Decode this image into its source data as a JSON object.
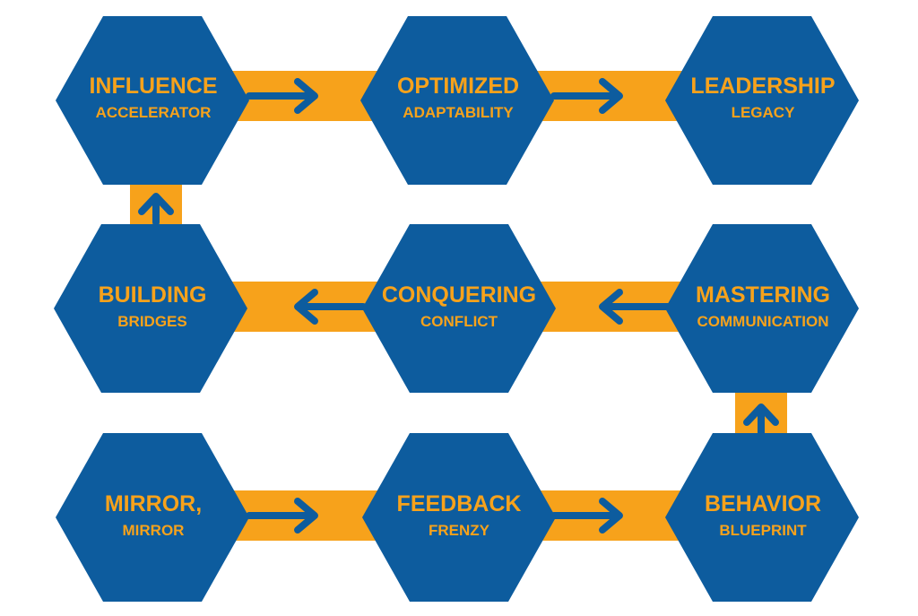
{
  "colors": {
    "hexagon_fill": "#0d5c9e",
    "connector_fill": "#f7a21b",
    "text": "#f7a21b",
    "arrow": "#0d5c9e",
    "background": "#ffffff"
  },
  "steps": [
    {
      "title": "MIRROR,",
      "subtitle": "MIRROR"
    },
    {
      "title": "FEEDBACK",
      "subtitle": "FRENZY"
    },
    {
      "title": "BEHAVIOR",
      "subtitle": "BLUEPRINT"
    },
    {
      "title": "MASTERING",
      "subtitle": "COMMUNICATION"
    },
    {
      "title": "CONQUERING",
      "subtitle": "CONFLICT"
    },
    {
      "title": "BUILDING",
      "subtitle": "BRIDGES"
    },
    {
      "title": "INFLUENCE",
      "subtitle": "ACCELERATOR"
    },
    {
      "title": "OPTIMIZED",
      "subtitle": "ADAPTABILITY"
    },
    {
      "title": "LEADERSHIP",
      "subtitle": "LEGACY"
    }
  ]
}
